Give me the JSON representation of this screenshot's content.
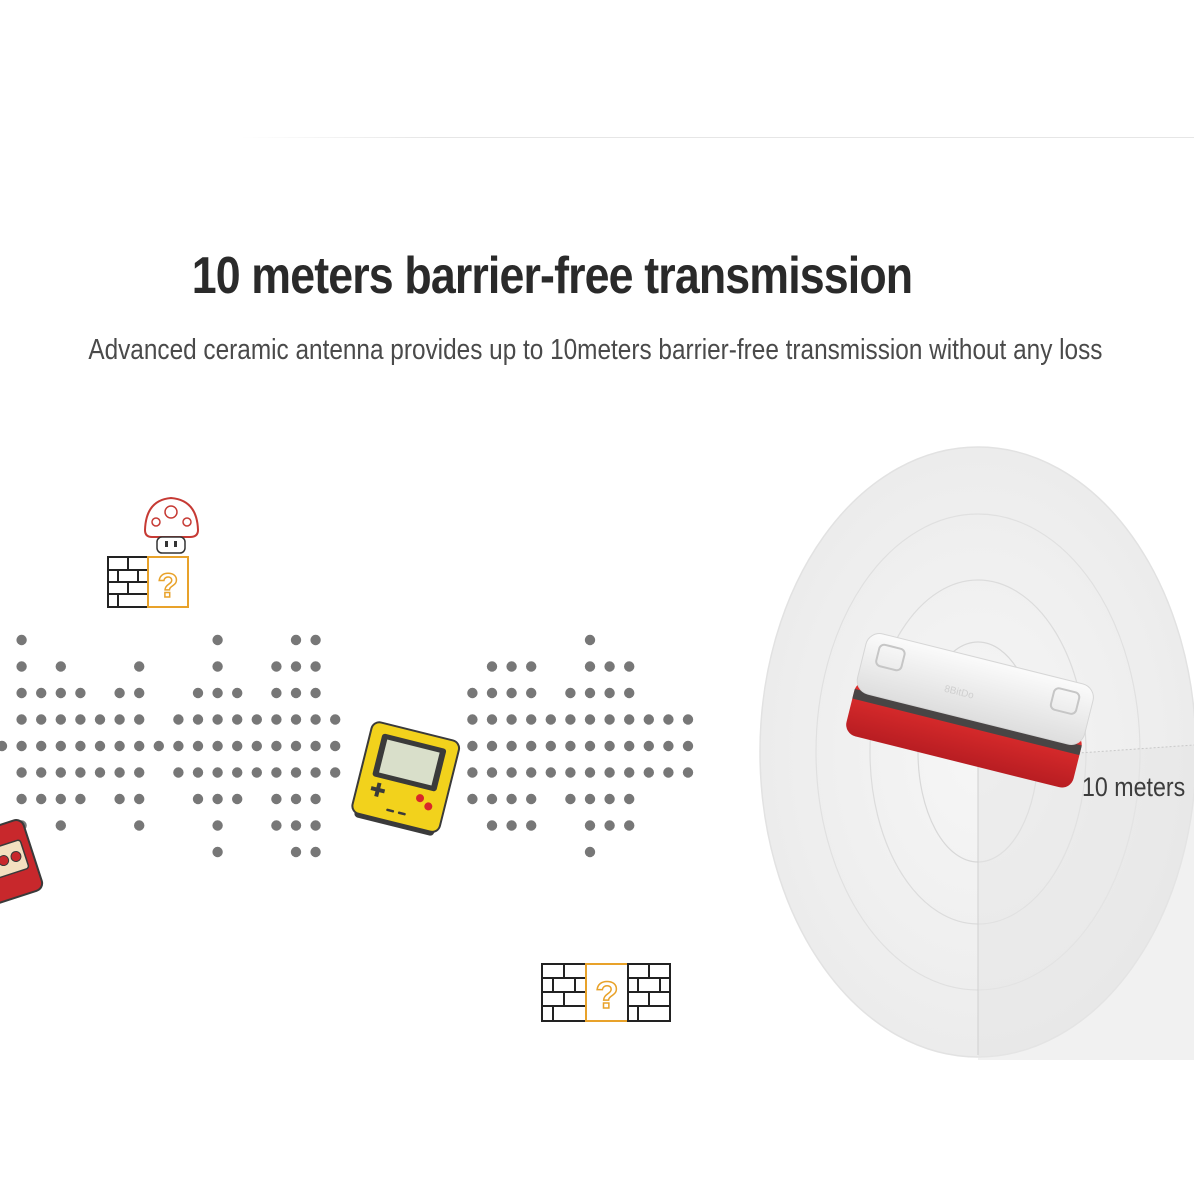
{
  "headline": "10 meters barrier-free transmission",
  "subheadline": "Advanced ceramic antenna provides up to 10meters barrier-free transmission without any loss",
  "distance_label": "10 meters",
  "colors": {
    "background": "#ffffff",
    "dots": "#777777",
    "adapter_red": "#d8262a",
    "adapter_white": "#f1f1f1",
    "handheld_yellow": "#f2d21c",
    "block_orange": "#e8a22a"
  },
  "icons": [
    "mushroom-icon",
    "brick-block-icon",
    "question-block-icon",
    "handheld-console-icon",
    "retro-console-icon",
    "wireless-adapter-icon"
  ]
}
